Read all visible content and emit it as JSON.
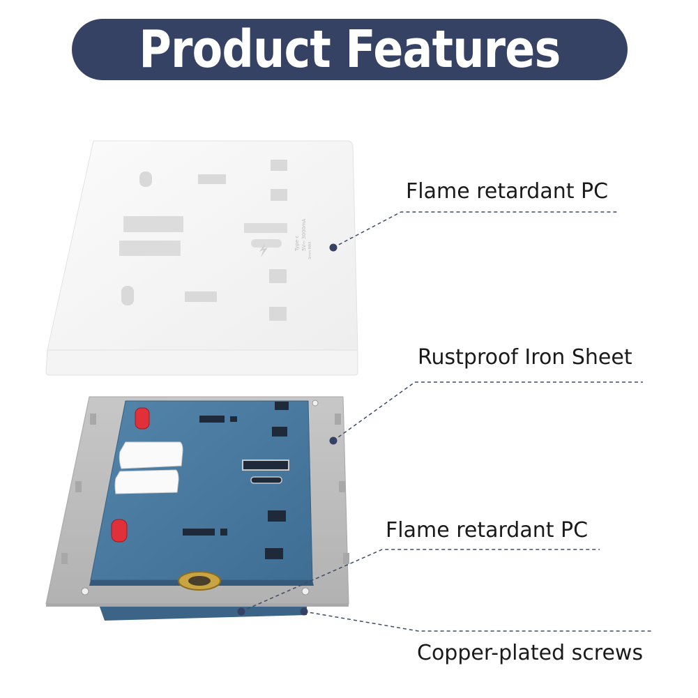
{
  "header": {
    "title": "Product Features"
  },
  "labels": {
    "label_1": "Flame retardant PC",
    "label_2": "Rustproof Iron Sheet",
    "label_3": "Flame retardant PC",
    "label_4": "Copper-plated screws"
  },
  "faceplate": {
    "port_marking_type_c": "Type-c",
    "port_marking_rating": "5V⎓ 3000mA",
    "port_marking_small": "3mm MAX"
  },
  "colors": {
    "banner": "#364264",
    "leader_line": "#3f4a66",
    "module_body": "#4b7aa0",
    "frame": "#bcbcbc",
    "indicator": "#e0303a",
    "screw": "#c9a442"
  }
}
